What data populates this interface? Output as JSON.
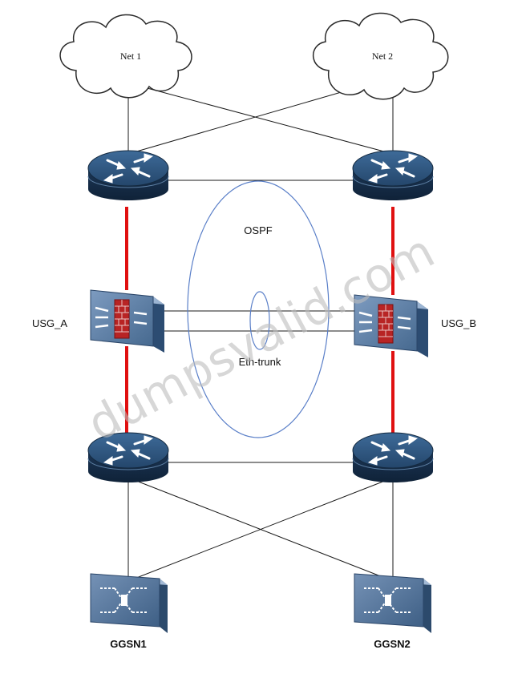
{
  "clouds": {
    "net1": "Net 1",
    "net2": "Net 2"
  },
  "firewalls": {
    "usg_a": "USG_A",
    "usg_b": "USG_B"
  },
  "protocols": {
    "ospf": "OSPF",
    "eth_trunk": "Eth-trunk"
  },
  "ggsn": {
    "ggsn1": "GGSN1",
    "ggsn2": "GGSN2"
  },
  "watermark": "dumpsvalid.com",
  "colors": {
    "router_dark": "#1f3c5c",
    "router_mid": "#2f577f",
    "device_blue": "#5a7fa8",
    "red_link": "#e01010",
    "ospf_ellipse": "#5a7fc8",
    "watermark": "#bbbbbb"
  }
}
